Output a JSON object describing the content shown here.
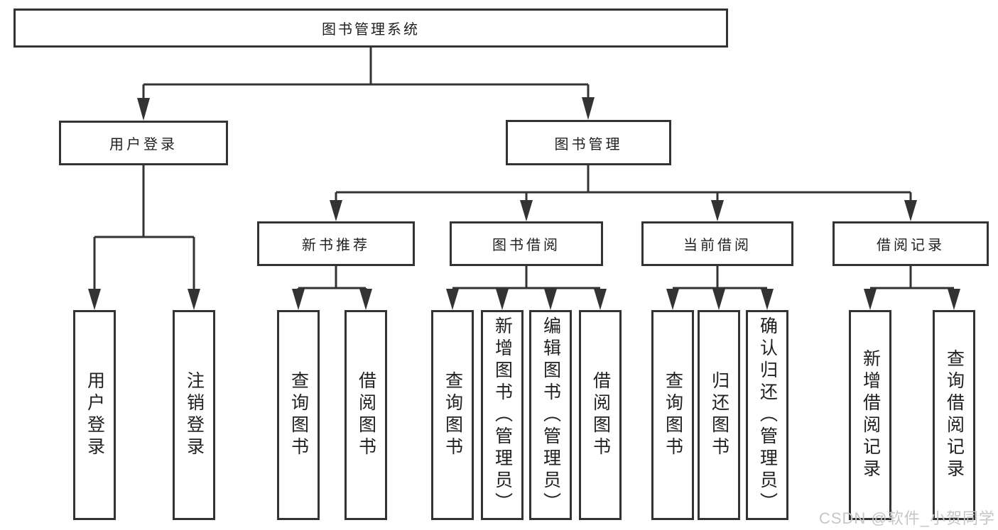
{
  "diagram_type": "hierarchy-tree",
  "style": {
    "line_color": "#333333",
    "box_border_color": "#333333",
    "box_fill": "#ffffff",
    "text_color": "#1f1f1f",
    "watermark_color": "#c6c6c6"
  },
  "tree": {
    "label": "图书管理系统",
    "children": [
      {
        "label": "用户登录",
        "children": [
          {
            "label": "用户登录"
          },
          {
            "label": "注销登录"
          }
        ]
      },
      {
        "label": "图书管理",
        "children": [
          {
            "label": "新书推荐",
            "children": [
              {
                "label": "查询图书"
              },
              {
                "label": "借阅图书"
              }
            ]
          },
          {
            "label": "图书借阅",
            "children": [
              {
                "label": "查询图书"
              },
              {
                "label": "新增图书（管理员）"
              },
              {
                "label": "编辑图书（管理员）"
              },
              {
                "label": "借阅图书"
              }
            ]
          },
          {
            "label": "当前借阅",
            "children": [
              {
                "label": "查询图书"
              },
              {
                "label": "归还图书"
              },
              {
                "label": "确认归还（管理员）"
              }
            ]
          },
          {
            "label": "借阅记录",
            "children": [
              {
                "label": "新增借阅记录"
              },
              {
                "label": "查询借阅记录"
              }
            ]
          }
        ]
      }
    ]
  },
  "watermark": "CSDN @软件_小贺同学"
}
